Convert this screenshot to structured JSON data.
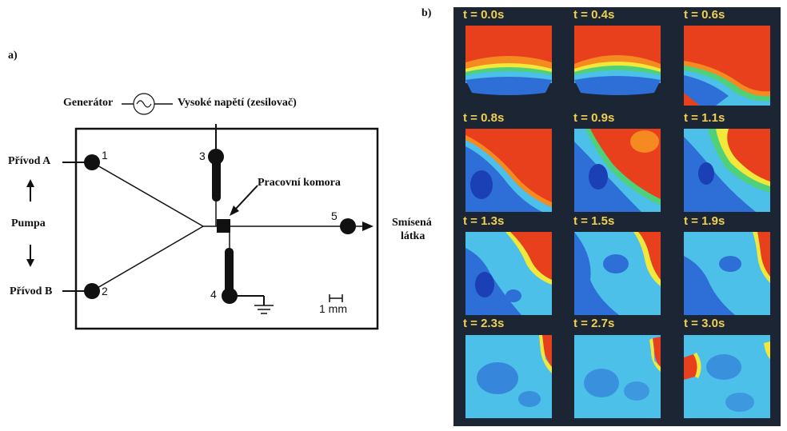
{
  "panel_a": {
    "label": "a)",
    "generator": "Generátor",
    "high_voltage": "Vysoké napětí (zesilovač)",
    "inlet_a": "Přívod A",
    "inlet_b": "Přívod B",
    "pump": "Pumpa",
    "chamber": "Pracovní komora",
    "mixed_1": "Smísená",
    "mixed_2": "látka",
    "scale": "1 mm",
    "nodes": [
      "1",
      "2",
      "3",
      "4",
      "5"
    ]
  },
  "panel_b": {
    "label": "b)",
    "times": [
      "t = 0.0s",
      "t = 0.4s",
      "t = 0.6s",
      "t = 0.8s",
      "t = 0.9s",
      "t = 1.1s",
      "t = 1.3s",
      "t = 1.5s",
      "t = 1.9s",
      "t = 2.3s",
      "t = 2.7s",
      "t = 3.0s"
    ]
  },
  "colors": {
    "panel_bg": "#1c2533",
    "time_label": "#f0d050",
    "red": "#e8401c",
    "orange": "#f58a20",
    "yellow": "#f2e83a",
    "green": "#4fd07a",
    "cyan": "#4cc0e8",
    "blue": "#2d6fd6",
    "deep_blue": "#1b3fb5"
  }
}
